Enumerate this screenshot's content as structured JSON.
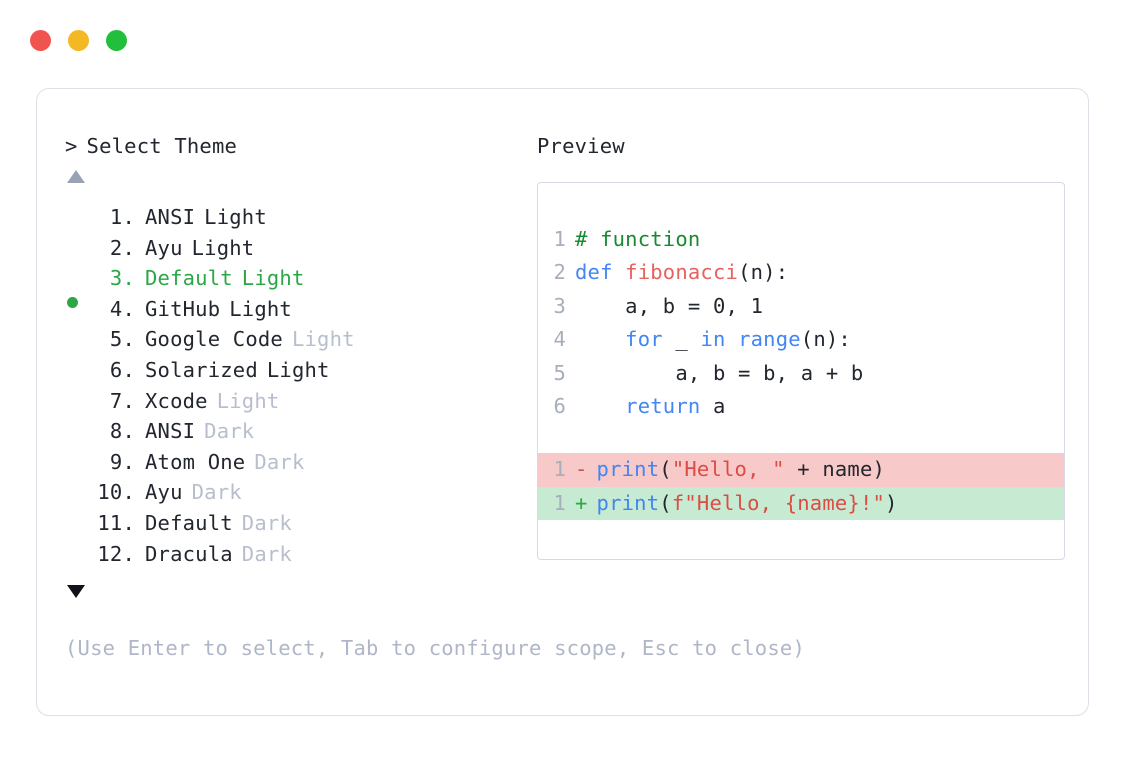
{
  "window": {
    "traffic_lights": [
      {
        "name": "close",
        "color": "#F1544E"
      },
      {
        "name": "minimize",
        "color": "#F4B825"
      },
      {
        "name": "maximize",
        "color": "#22BF3C"
      }
    ]
  },
  "prompt": {
    "marker": ">",
    "title": "Select Theme",
    "scroll_up_indicator": "▲",
    "scroll_down_indicator": "▼"
  },
  "preview": {
    "heading": "Preview"
  },
  "themes": [
    {
      "index": "1.",
      "name": "ANSI",
      "variant": "Light",
      "variant_muted": false,
      "selected": false
    },
    {
      "index": "2.",
      "name": "Ayu",
      "variant": "Light",
      "variant_muted": false,
      "selected": false
    },
    {
      "index": "3.",
      "name": "Default",
      "variant": "Light",
      "variant_muted": false,
      "selected": true
    },
    {
      "index": "4.",
      "name": "GitHub",
      "variant": "Light",
      "variant_muted": false,
      "selected": false
    },
    {
      "index": "5.",
      "name": "Google Code",
      "variant": "Light",
      "variant_muted": true,
      "selected": false
    },
    {
      "index": "6.",
      "name": "Solarized",
      "variant": "Light",
      "variant_muted": false,
      "selected": false
    },
    {
      "index": "7.",
      "name": "Xcode",
      "variant": "Light",
      "variant_muted": true,
      "selected": false
    },
    {
      "index": "8.",
      "name": "ANSI",
      "variant": "Dark",
      "variant_muted": true,
      "selected": false
    },
    {
      "index": "9.",
      "name": "Atom One",
      "variant": "Dark",
      "variant_muted": true,
      "selected": false
    },
    {
      "index": "10.",
      "name": "Ayu",
      "variant": "Dark",
      "variant_muted": true,
      "selected": false
    },
    {
      "index": "11.",
      "name": "Default",
      "variant": "Dark",
      "variant_muted": true,
      "selected": false
    },
    {
      "index": "12.",
      "name": "Dracula",
      "variant": "Dark",
      "variant_muted": true,
      "selected": false
    }
  ],
  "code": {
    "lines": [
      {
        "num": "1",
        "tokens": [
          {
            "t": "# function",
            "c": "cmt"
          }
        ]
      },
      {
        "num": "2",
        "tokens": [
          {
            "t": "def ",
            "c": "kw"
          },
          {
            "t": "fibonacci",
            "c": "fn"
          },
          {
            "t": "(n):",
            "c": "plain"
          }
        ]
      },
      {
        "num": "3",
        "tokens": [
          {
            "t": "    a, b = 0, 1",
            "c": "plain"
          }
        ]
      },
      {
        "num": "4",
        "tokens": [
          {
            "t": "    ",
            "c": "plain"
          },
          {
            "t": "for ",
            "c": "kw"
          },
          {
            "t": "_ ",
            "c": "plain"
          },
          {
            "t": "in ",
            "c": "kw"
          },
          {
            "t": "range",
            "c": "kw"
          },
          {
            "t": "(n):",
            "c": "plain"
          }
        ]
      },
      {
        "num": "5",
        "tokens": [
          {
            "t": "        a, b = b, a + b",
            "c": "plain"
          }
        ]
      },
      {
        "num": "6",
        "tokens": [
          {
            "t": "    ",
            "c": "plain"
          },
          {
            "t": "return ",
            "c": "kw"
          },
          {
            "t": "a",
            "c": "plain"
          }
        ]
      }
    ],
    "diff": [
      {
        "num": "1",
        "sign": "-",
        "kind": "del",
        "tokens": [
          {
            "t": "print",
            "c": "kw"
          },
          {
            "t": "(",
            "c": "plain"
          },
          {
            "t": "\"Hello, \"",
            "c": "str"
          },
          {
            "t": " + name)",
            "c": "plain"
          }
        ]
      },
      {
        "num": "1",
        "sign": "+",
        "kind": "add",
        "tokens": [
          {
            "t": "print",
            "c": "kw"
          },
          {
            "t": "(",
            "c": "plain"
          },
          {
            "t": "f\"Hello, {name}!\"",
            "c": "str"
          },
          {
            "t": ")",
            "c": "plain"
          }
        ]
      }
    ]
  },
  "footer": {
    "hint": "(Use Enter to select, Tab to configure scope, Esc to close)"
  },
  "colors": {
    "selected_green": "#2CA745",
    "muted_gray": "#B7BECD",
    "hint_gray": "#AEB6C8",
    "keyword_blue": "#4285F4",
    "function_red": "#E8615D",
    "comment_green": "#1A8A30",
    "string_red": "#DC4C44",
    "diff_delete_bg": "#F7C9C9",
    "diff_add_bg": "#C6EBD2",
    "card_border": "#DDE0E6",
    "preview_border": "#D5DAE3"
  }
}
